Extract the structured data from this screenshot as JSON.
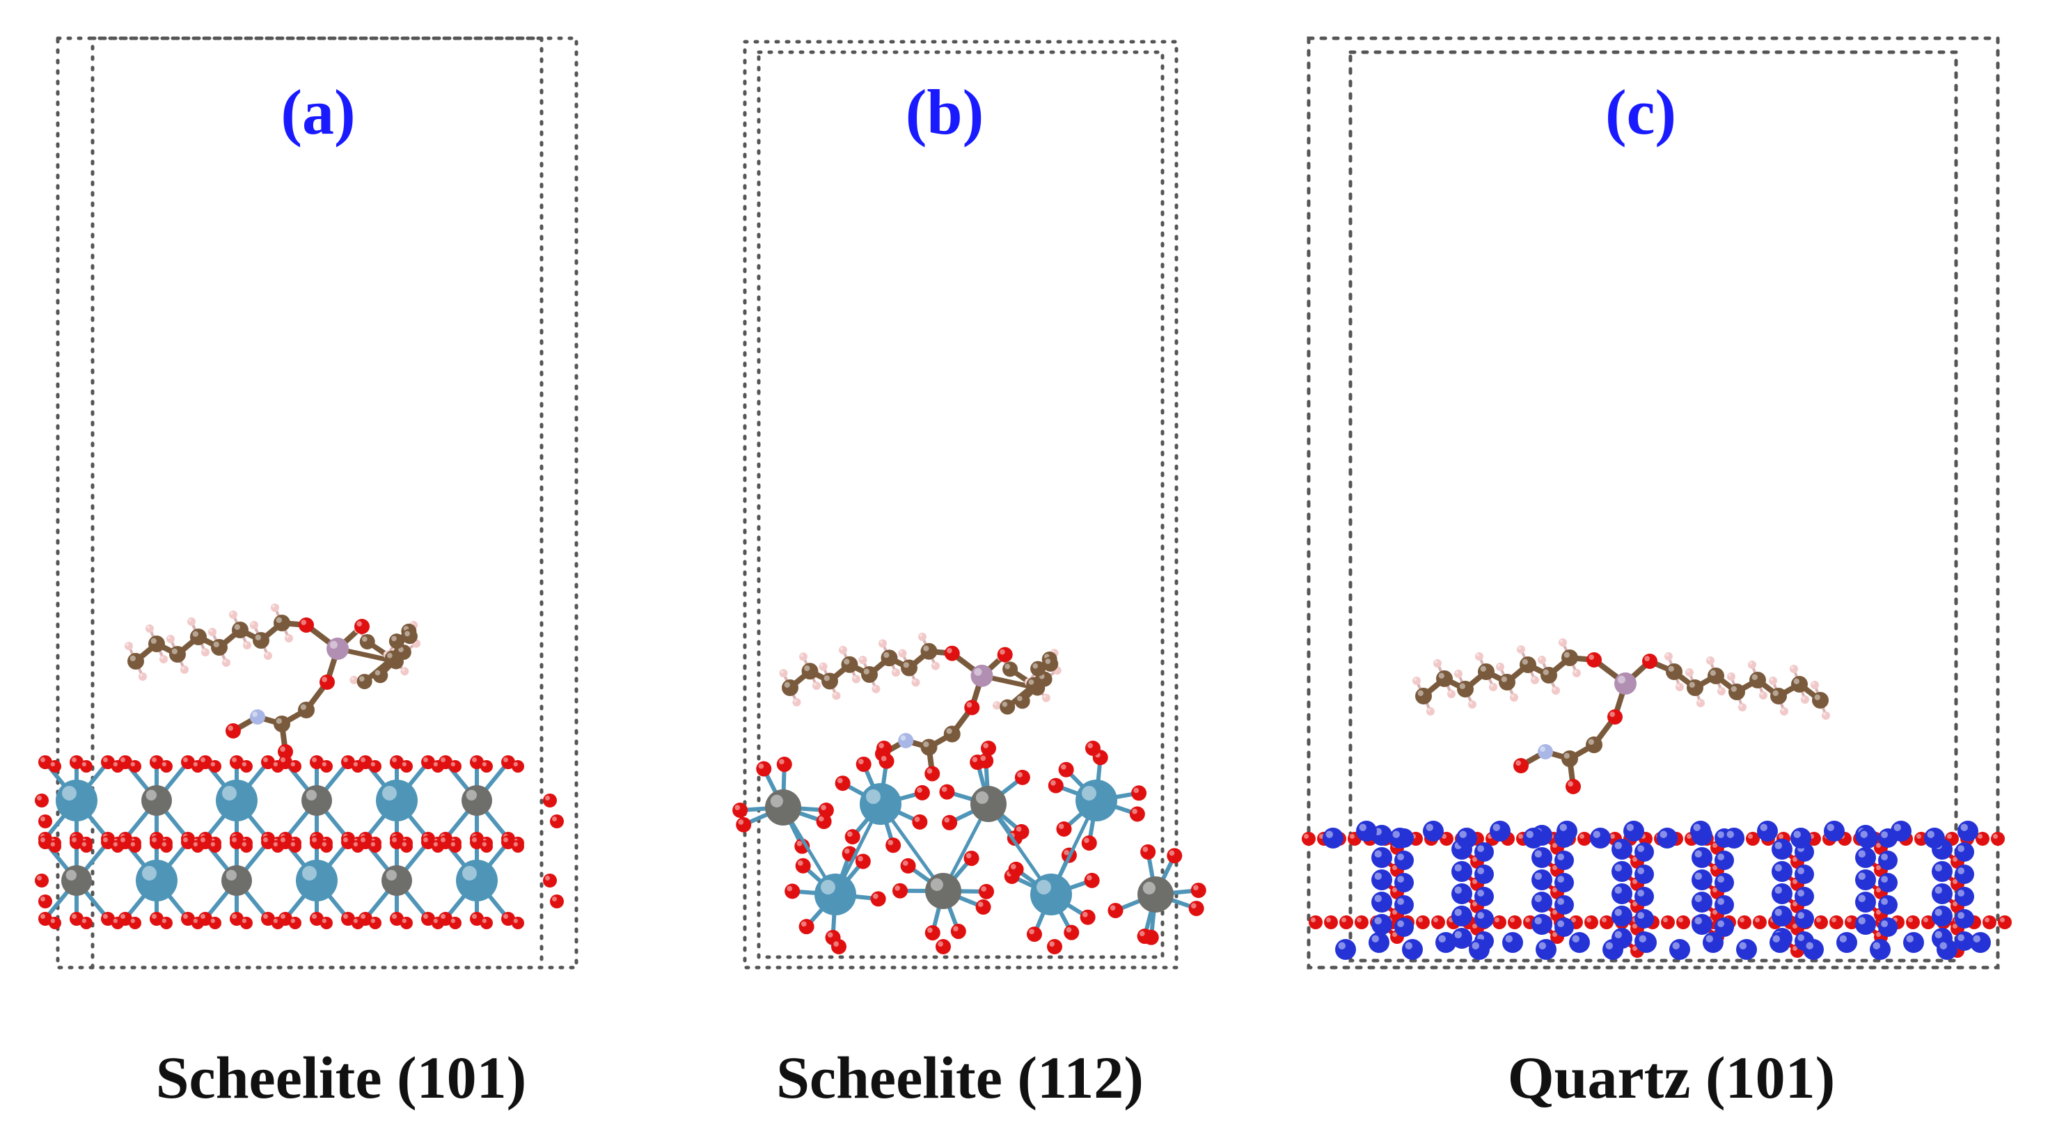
{
  "colors": {
    "label_blue": "#1a1aff",
    "caption_black": "#111111",
    "box_dots": "#555555",
    "carbon": "#7a5a3c",
    "hydrogen": "#f2c9c9",
    "oxygen": "#e01010",
    "nitrogen": "#a9b7e6",
    "phosphorus": "#b18fb3",
    "calcium": "#4f95b8",
    "tungsten": "#6e6e6a",
    "silicon": "#2533d6"
  },
  "panels": [
    {
      "letter": "(a)",
      "caption": "Scheelite (101)",
      "surface": "scheelite-101"
    },
    {
      "letter": "(b)",
      "caption": "Scheelite (112)",
      "surface": "scheelite-112"
    },
    {
      "letter": "(c)",
      "caption": "Quartz (101)",
      "surface": "quartz-101"
    }
  ]
}
